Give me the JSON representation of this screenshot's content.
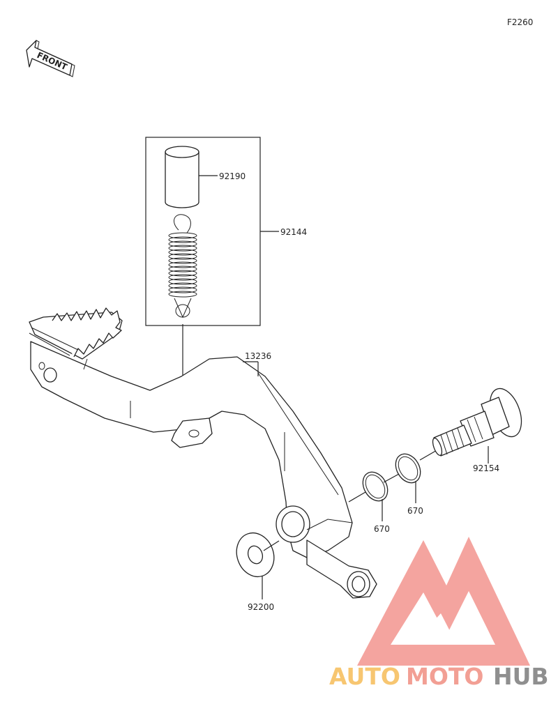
{
  "figure_code": "F2260",
  "front_label": "FRONT",
  "parts": {
    "p92190": "92190",
    "p92144": "92144",
    "p13236": "13236",
    "p92154": "92154",
    "p670a": "670",
    "p670b": "670",
    "p92200": "92200"
  },
  "watermark": {
    "auto": "AUTO",
    "moto": "MOTO",
    "hub": "HUB",
    "colors": {
      "logo": "#f4a09a",
      "auto": "#f7c46a",
      "moto": "#f29a8f",
      "hub": "#8a8a8a"
    }
  }
}
